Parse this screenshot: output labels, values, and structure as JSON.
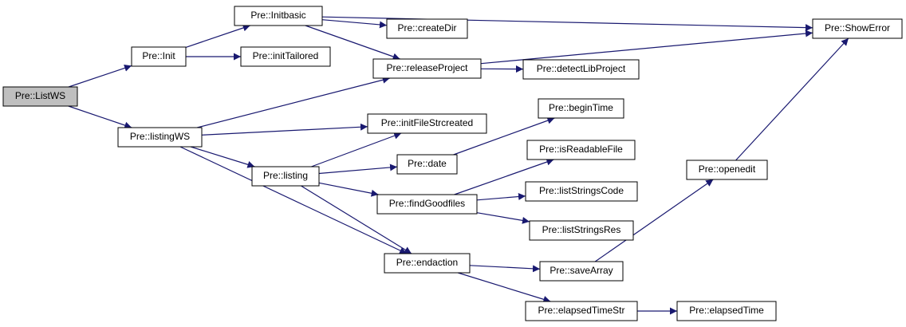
{
  "colors": {
    "edge": "#191970",
    "node_fill": "#ffffff",
    "root_fill": "#bfbfbf",
    "node_border": "#000000"
  },
  "nodes": {
    "listws": "Pre::ListWS",
    "init": "Pre::Init",
    "listingws": "Pre::listingWS",
    "initbasic": "Pre::Initbasic",
    "inittailored": "Pre::initTailored",
    "createdir": "Pre::createDir",
    "releaseproject": "Pre::releaseProject",
    "detectlibproject": "Pre::detectLibProject",
    "showerror": "Pre::ShowError",
    "initfilestrcreated": "Pre::initFileStrcreated",
    "listing": "Pre::listing",
    "date": "Pre::date",
    "begintime": "Pre::beginTime",
    "isreadablefile": "Pre::isReadableFile",
    "findgoodfiles": "Pre::findGoodfiles",
    "liststringscode": "Pre::listStringsCode",
    "liststringsres": "Pre::listStringsRes",
    "endaction": "Pre::endaction",
    "savearray": "Pre::saveArray",
    "openedit": "Pre::openedit",
    "elapsedtimestr": "Pre::elapsedTimeStr",
    "elapsedtime": "Pre::elapsedTime"
  },
  "edges": [
    [
      "listws",
      "init"
    ],
    [
      "listws",
      "listingws"
    ],
    [
      "init",
      "initbasic"
    ],
    [
      "init",
      "inittailored"
    ],
    [
      "initbasic",
      "createdir"
    ],
    [
      "initbasic",
      "releaseproject"
    ],
    [
      "initbasic",
      "showerror"
    ],
    [
      "releaseproject",
      "detectlibproject"
    ],
    [
      "releaseproject",
      "showerror"
    ],
    [
      "listingws",
      "releaseproject"
    ],
    [
      "listingws",
      "initfilestrcreated"
    ],
    [
      "listingws",
      "listing"
    ],
    [
      "listingws",
      "endaction"
    ],
    [
      "listing",
      "initfilestrcreated"
    ],
    [
      "listing",
      "date"
    ],
    [
      "listing",
      "findgoodfiles"
    ],
    [
      "listing",
      "endaction"
    ],
    [
      "date",
      "begintime"
    ],
    [
      "findgoodfiles",
      "isreadablefile"
    ],
    [
      "findgoodfiles",
      "liststringscode"
    ],
    [
      "findgoodfiles",
      "liststringsres"
    ],
    [
      "endaction",
      "savearray"
    ],
    [
      "endaction",
      "elapsedtimestr"
    ],
    [
      "savearray",
      "openedit"
    ],
    [
      "openedit",
      "showerror"
    ],
    [
      "elapsedtimestr",
      "elapsedtime"
    ]
  ]
}
